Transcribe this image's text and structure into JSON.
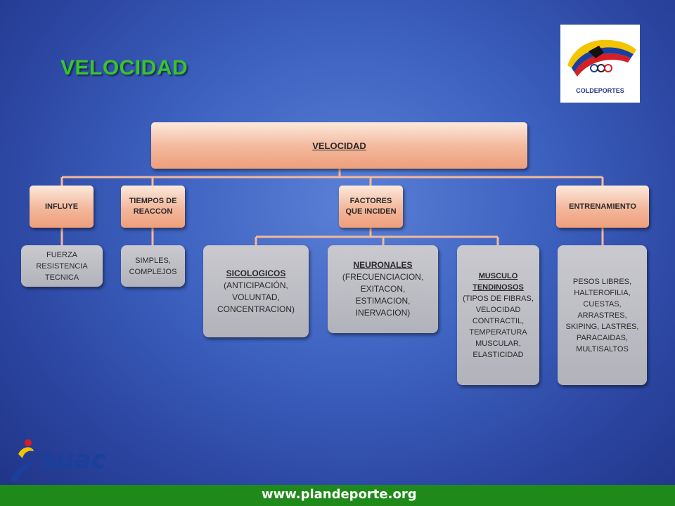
{
  "slide": {
    "title": "VELOCIDAD",
    "footer_url": "www.plandeporte.org",
    "logo_text": "COLDEPORTES",
    "suac_logo_text": "suac"
  },
  "diagram": {
    "root": "VELOCIDAD",
    "branches": [
      {
        "label": "INFLUYE",
        "items": [
          {
            "text": "FUERZA RESISTENCIA TECNICA"
          }
        ]
      },
      {
        "label": "TIEMPOS DE REACCON",
        "items": [
          {
            "text": "SIMPLES, COMPLEJOS"
          }
        ]
      },
      {
        "label": "FACTORES QUE INCIDEN",
        "items": [
          {
            "heading": "SICOLOGICOS",
            "text": "(ANTICIPACIÓN, VOLUNTAD, CONCENTRACION)"
          },
          {
            "heading": "NEURONALES",
            "text": "(FRECUENCIACION, EXITACON, ESTIMACION, INERVACION)"
          },
          {
            "heading": "MUSCULO TENDINOSOS",
            "text": "(TIPOS DE FIBRAS, VELOCIDAD CONTRACTIL, TEMPERATURA MUSCULAR, ELASTICIDAD"
          }
        ]
      },
      {
        "label": "ENTRENAMIENTO",
        "items": [
          {
            "text": "PESOS LIBRES, HALTEROFILIA, CUESTAS, ARRASTRES, SKIPING, LASTRES, PARACAIDAS, MULTISALTOS"
          }
        ]
      }
    ]
  },
  "colors": {
    "title_green": "#37c42d",
    "footer_green": "#1f8a1a",
    "connector": "#f4b89b",
    "header_node": "#f3b79a",
    "leaf_node": "#b8b8c0"
  }
}
